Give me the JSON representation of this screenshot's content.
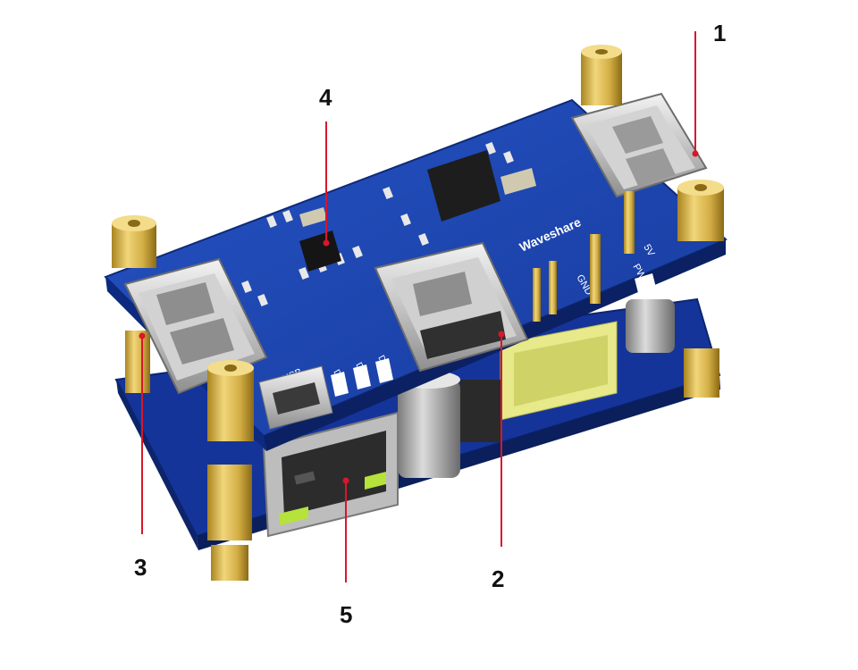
{
  "board": {
    "silkscreen_brand": "Waveshare",
    "silkscreen_5v": "5V",
    "silkscreen_pwr": "PWR",
    "silkscreen_gnd": "GND",
    "silkscreen_usb": "USB",
    "silkscreen_d1": "D1",
    "silkscreen_d2": "D2",
    "silkscreen_d3": "D3"
  },
  "callouts": [
    {
      "number": "1"
    },
    {
      "number": "2"
    },
    {
      "number": "3"
    },
    {
      "number": "4"
    },
    {
      "number": "5"
    }
  ],
  "colors": {
    "pcb": "#1a3fa8",
    "pcb_edge": "#0e2a78",
    "standoff": "#d6b24a",
    "callout_line": "#d9162b"
  }
}
